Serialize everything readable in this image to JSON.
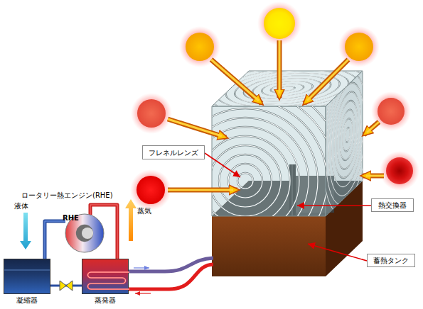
{
  "diagram": {
    "nodes": [
      {
        "text": [
          "フレネルレンズ"
        ]
      },
      {
        "text": [
          "RHE"
        ]
      },
      {
        "text": [
          "熱交換器"
        ]
      },
      {
        "text": [
          "蓄熱タンク"
        ]
      },
      {
        "text": [
          "凝縮器"
        ]
      },
      {
        "text": [
          "蒸発器"
        ]
      }
    ],
    "edges": [
      {
        "from": 1,
        "to": 4,
        "arrow": "none"
      },
      {
        "from": 5,
        "to": 1,
        "arrow": "none"
      },
      {
        "from": 4,
        "to": 5,
        "arrow": "none"
      }
    ],
    "labels": [
      "ロータリー熱エンジン(RHE)",
      "液体",
      "蒸気"
    ]
  }
}
